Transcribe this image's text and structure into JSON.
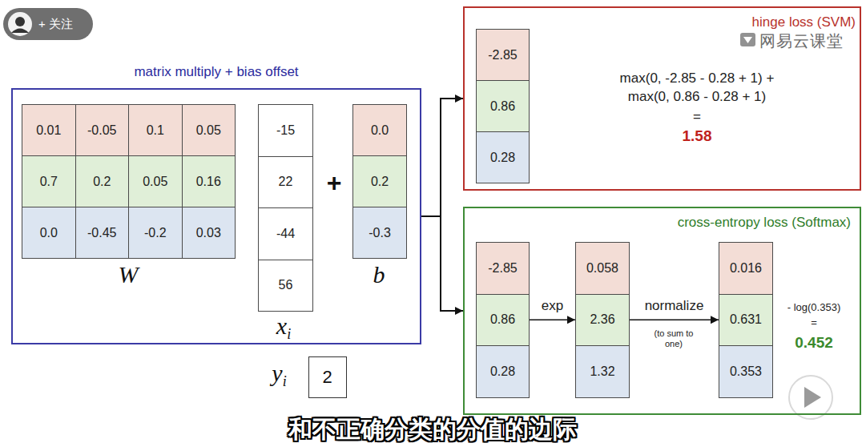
{
  "diagram": {
    "nodes": [
      {
        "text": [
          "matrix multiply + bias offset"
        ]
      },
      {
        "text": [
          "0.01",
          "-0.05",
          "0.1",
          "0.05",
          "0.7",
          "0.2",
          "0.05",
          "0.16",
          "0.0",
          "-0.45",
          "-0.2",
          "0.03",
          "W"
        ],
        "in": 0
      },
      {
        "text": [
          "-15",
          "22",
          "-44",
          "56",
          "x",
          "i"
        ],
        "in": 0
      },
      {
        "text": [
          "0.0",
          "0.2",
          "-0.3",
          "b"
        ],
        "in": 0
      },
      {
        "text": [
          "y",
          "i",
          "2"
        ]
      },
      {
        "text": [
          "hinge loss (SVM)",
          "max(0, -2.85 - 0.28 + 1) +",
          "max(0, 0.86 - 0.28 + 1)",
          "=",
          "1.58"
        ]
      },
      {
        "text": [
          "-2.85",
          "0.86",
          "0.28"
        ],
        "in": 5
      },
      {
        "text": [
          "cross-entropy loss (Softmax)",
          "- log(0.353)",
          "=",
          "0.452"
        ]
      },
      {
        "text": [
          "-2.85",
          "0.86",
          "0.28"
        ],
        "in": 7
      },
      {
        "text": [
          "0.058",
          "2.36",
          "1.32"
        ],
        "in": 7
      },
      {
        "text": [
          "0.016",
          "0.631",
          "0.353"
        ],
        "in": 7
      }
    ],
    "edges": [
      {
        "from": 0,
        "to": 5,
        "arrow": "to"
      },
      {
        "from": 0,
        "to": 7,
        "arrow": "to"
      },
      {
        "from": 8,
        "to": 9,
        "label": "exp",
        "arrow": "to"
      },
      {
        "from": 9,
        "to": 10,
        "label": "normalize",
        "arrow": "to"
      }
    ],
    "labels": [
      "+ 关注",
      "网易云课堂",
      "+",
      "(to sum to one)",
      "和不正确分类的分值的边际"
    ]
  }
}
